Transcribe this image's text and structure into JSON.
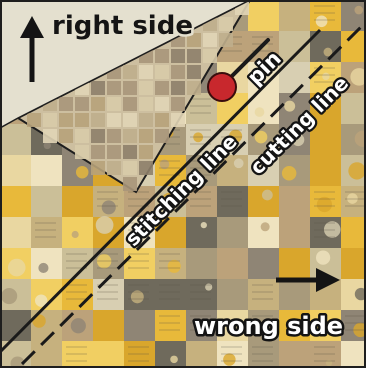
{
  "labels": {
    "right_side": "right side",
    "wrong_side": "wrong side",
    "pin": "pin",
    "stitching_line": "stitching line",
    "cutting_line": "cutting line"
  },
  "colors": {
    "frame": "#1e1e1e",
    "right_side_fabric": "#e4e0cf",
    "fabric_tile_palette": [
      "#e8b93a",
      "#d9a62c",
      "#efe3bf",
      "#cbbf98",
      "#8f8575",
      "#bca27a",
      "#f1cf62",
      "#d8cfb2",
      "#6f6a5c",
      "#c6b17e",
      "#e9d7a1",
      "#a89a7b"
    ],
    "pin_head": "#c8282d",
    "pin_outline": "#3a0d0d",
    "line_color": "#1a1a1a",
    "label_fill": "#ffffff",
    "label_outline": "#141414",
    "arrow_color": "#141414"
  },
  "icons": {
    "up_arrow": "arrow-up-icon",
    "right_arrow": "arrow-right-icon",
    "pin": "pin-icon"
  }
}
